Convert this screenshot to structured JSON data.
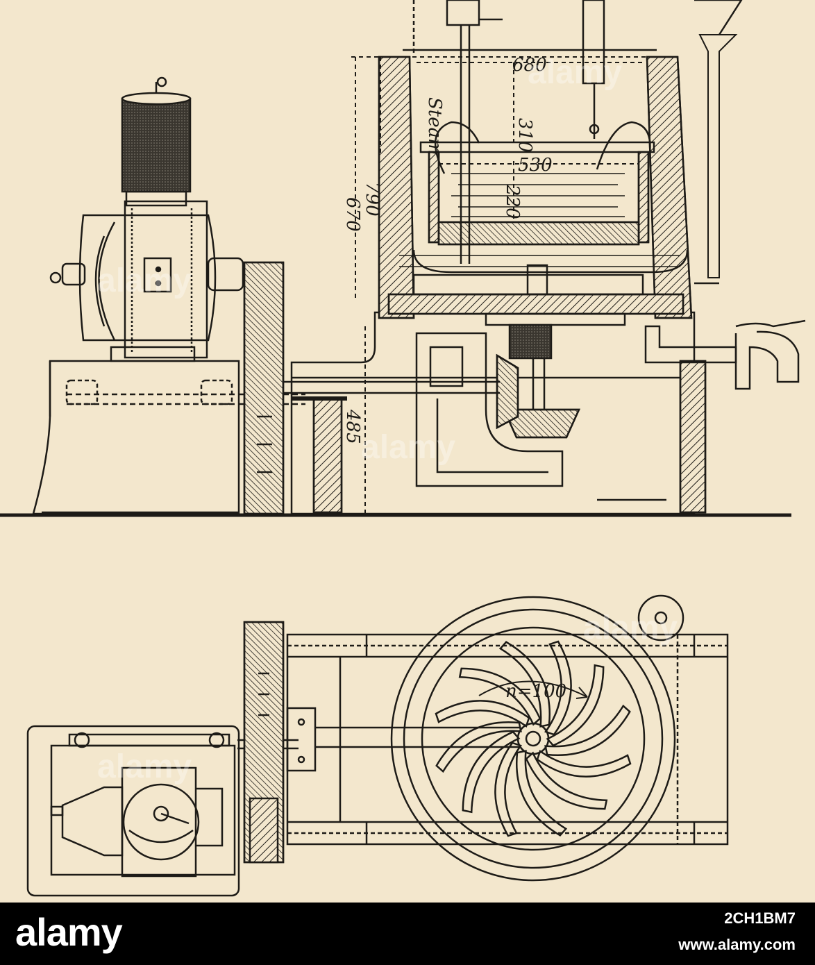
{
  "labels": {
    "dim_680": "680",
    "dim_310": "310",
    "dim_530": "530",
    "dim_220": "220",
    "dim_670": "670",
    "dim_790": "790",
    "dim_485": "485",
    "steam": "Steam",
    "speed": "n=100"
  },
  "watermark": {
    "text": "alamy"
  },
  "footer": {
    "logo": "alamy",
    "image_id": "2CH1BM7",
    "url": "www.alamy.com"
  },
  "colors": {
    "paper": "#f3e7cd",
    "ink": "#1d1b17",
    "footer": "#000000"
  }
}
